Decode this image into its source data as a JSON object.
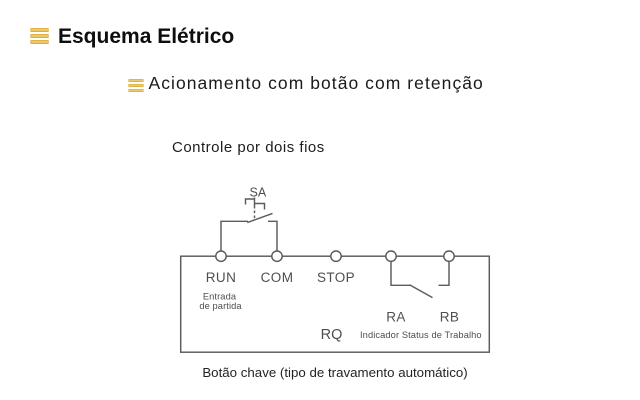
{
  "accent_color": "#E2AC38",
  "line_color": "#5B5B5D",
  "header": {
    "bullet_icon": "triple-bar-bullet-icon",
    "title": "Esquema Elétrico",
    "subtitle": "Acionamento com botão com retenção"
  },
  "diagram": {
    "heading": "Controle por dois fios",
    "switch_label": "SA",
    "terminals": {
      "run": "RUN",
      "com": "COM",
      "stop": "STOP"
    },
    "start_input_note": {
      "line1": "Entrada",
      "line2": "de partida"
    },
    "output_label": "RQ",
    "contact_a": "RA",
    "contact_b": "RB",
    "indicator_note": "Indicador Status de Trabalho",
    "caption": "Botão chave (tipo de travamento automático)"
  }
}
